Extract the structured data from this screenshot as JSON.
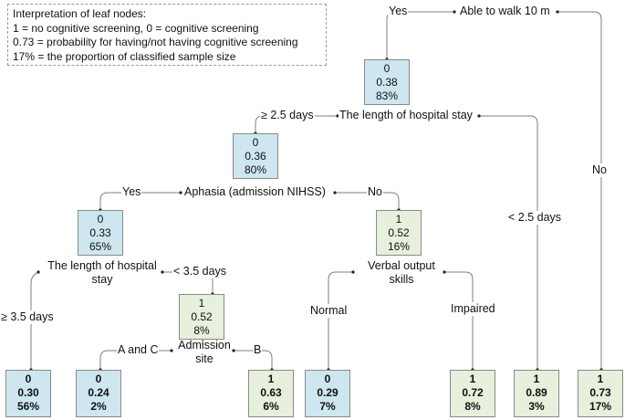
{
  "legend": {
    "line1": "Interpretation of leaf nodes:",
    "line2": "1 = no cognitive screening, 0 = cognitive screening",
    "line3": "0.73 = probability for having/not having cognitive screening",
    "line4": "17% = the proportion of classified sample size"
  },
  "nodes": {
    "root": {
      "cls": "0",
      "prob": "0.38",
      "pct": "83%"
    },
    "stay1": {
      "cls": "0",
      "prob": "0.36",
      "pct": "80%"
    },
    "aphasia_yes": {
      "cls": "0",
      "prob": "0.33",
      "pct": "65%"
    },
    "aphasia_no": {
      "cls": "1",
      "prob": "0.52",
      "pct": "16%"
    },
    "stay2_short": {
      "cls": "1",
      "prob": "0.52",
      "pct": "8%"
    }
  },
  "leaves": [
    {
      "cls": "0",
      "prob": "0.30",
      "pct": "56%"
    },
    {
      "cls": "0",
      "prob": "0.24",
      "pct": "2%"
    },
    {
      "cls": "1",
      "prob": "0.63",
      "pct": "6%"
    },
    {
      "cls": "0",
      "prob": "0.29",
      "pct": "7%"
    },
    {
      "cls": "1",
      "prob": "0.72",
      "pct": "8%"
    },
    {
      "cls": "1",
      "prob": "0.89",
      "pct": "3%"
    },
    {
      "cls": "1",
      "prob": "0.73",
      "pct": "17%"
    }
  ],
  "splits": {
    "walk": "Able to walk 10 m",
    "stay1": "The length of hospital stay",
    "aphasia": "Aphasia (admission NIHSS)",
    "stay2_line1": "The length of hospital",
    "stay2_line2": "stay",
    "verbal_line1": "Verbal output",
    "verbal_line2": "skills",
    "site_line1": "Admission",
    "site_line2": "site"
  },
  "edges": {
    "walk_yes": "Yes",
    "walk_no": "No",
    "stay1_long": "≥ 2.5 days",
    "stay1_short": "< 2.5 days",
    "aphasia_yes": "Yes",
    "aphasia_no": "No",
    "stay2_long": "≥ 3.5 days",
    "stay2_short": "< 3.5 days",
    "verbal_normal": "Normal",
    "verbal_impaired": "Impaired",
    "site_ac": "A and C",
    "site_b": "B"
  },
  "colors": {
    "blue_node": "#cde6f0",
    "green_node": "#e7efdd",
    "line": "#7f7f7f"
  }
}
